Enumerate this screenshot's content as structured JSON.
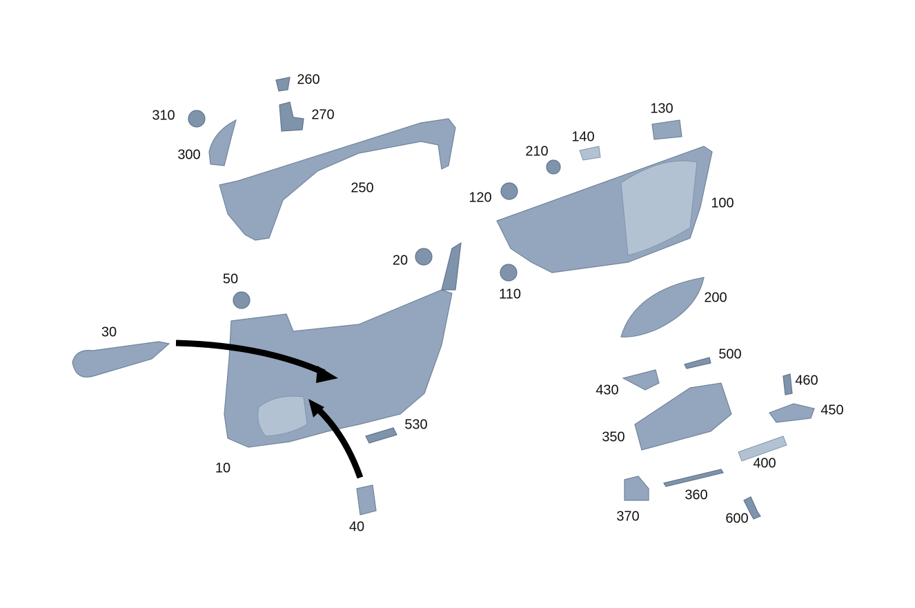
{
  "diagram": {
    "type": "exploded-parts-diagram",
    "part_color": "#93a6bd",
    "arrow_color": "#000000",
    "labels": {
      "p10": "10",
      "p20": "20",
      "p30": "30",
      "p40": "40",
      "p50": "50",
      "p100": "100",
      "p110": "110",
      "p120": "120",
      "p130": "130",
      "p140": "140",
      "p200": "200",
      "p210": "210",
      "p250": "250",
      "p260": "260",
      "p270": "270",
      "p300": "300",
      "p310": "310",
      "p350": "350",
      "p360": "360",
      "p370": "370",
      "p400": "400",
      "p430": "430",
      "p450": "450",
      "p460": "460",
      "p500": "500",
      "p530": "530",
      "p600": "600"
    }
  }
}
